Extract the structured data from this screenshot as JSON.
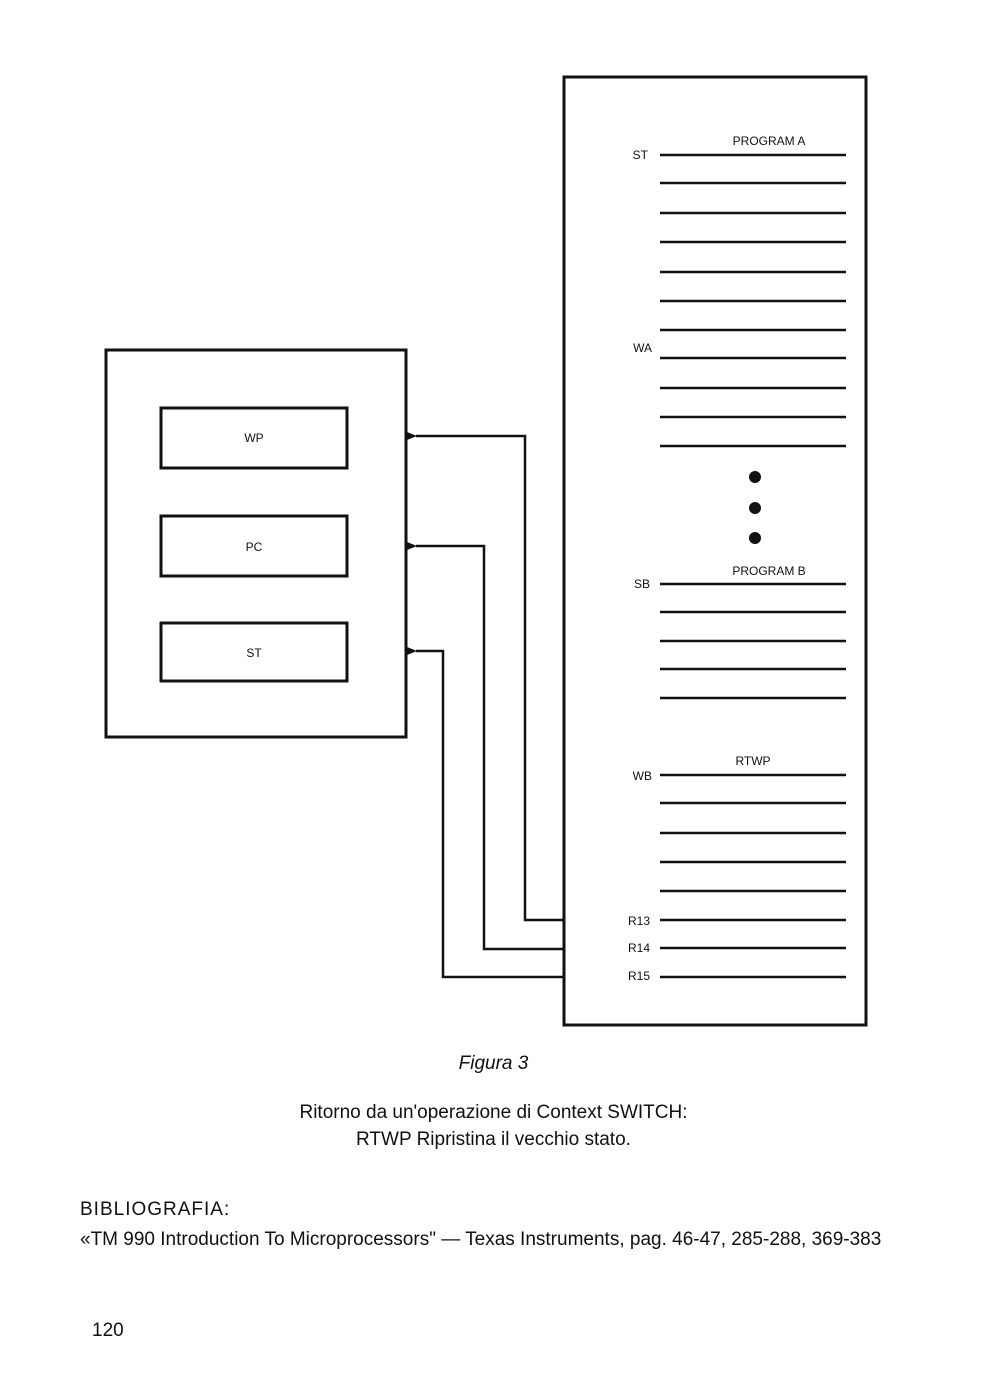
{
  "diagram": {
    "cpu_registers": [
      "WP",
      "PC",
      "ST"
    ],
    "memory_labels": {
      "program_a": "PROGRAM A",
      "st": "ST",
      "wa": "WA",
      "program_b": "PROGRAM B",
      "sb": "SB",
      "rtwp": "RTWP",
      "wb": "WB",
      "r13": "R13",
      "r14": "R14",
      "r15": "R15"
    },
    "connections": [
      {
        "from": "R13",
        "to": "WP"
      },
      {
        "from": "R14",
        "to": "PC"
      },
      {
        "from": "R15",
        "to": "ST"
      }
    ]
  },
  "caption": {
    "figure_label": "Figura 3",
    "line1": "Ritorno da un'operazione di Context SWITCH:",
    "line2": "RTWP Ripristina il vecchio stato."
  },
  "bibliography": {
    "heading": "BIBLIOGRAFIA:",
    "entry": "«TM 990 Introduction To Microprocessors\" — Texas Instruments, pag. 46-47, 285-288, 369-383"
  },
  "page_number": "120"
}
